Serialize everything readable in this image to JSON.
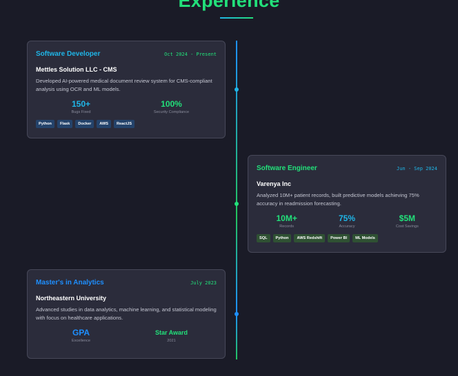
{
  "header": {
    "title": "Experience"
  },
  "colors": {
    "cyan": "#1fb6e8",
    "green": "#22e07a",
    "blue": "#1e8fff",
    "background": "#1a1b27",
    "card": "#2b2c3b"
  },
  "cards": [
    {
      "title": "Software Developer",
      "date": "Oct 2024 - Present",
      "org": "Mettles Solution LLC - CMS",
      "desc": "Developed AI-powered medical document review system for CMS-compliant analysis using OCR and ML models.",
      "stats": [
        {
          "value": "150+",
          "label": "Bugs Fixed"
        },
        {
          "value": "100%",
          "label": "Security Compliance"
        }
      ],
      "tags": [
        "Python",
        "Flask",
        "Docker",
        "AWS",
        "ReactJS"
      ]
    },
    {
      "title": "Software Engineer",
      "date": "Jun - Sep 2024",
      "org": "Varenya Inc",
      "desc": "Analyzed 10M+ patient records, built predictive models achieving 75% accuracy in readmission forecasting.",
      "stats": [
        {
          "value": "10M+",
          "label": "Records"
        },
        {
          "value": "75%",
          "label": "Accuracy"
        },
        {
          "value": "$5M",
          "label": "Cost Savings"
        }
      ],
      "tags": [
        "SQL",
        "Python",
        "AWS Redshift",
        "Power BI",
        "ML Models"
      ]
    },
    {
      "title": "Master's in Analytics",
      "date": "July 2023",
      "org": "Northeastern University",
      "desc": "Advanced studies in data analytics, machine learning, and statistical modeling with focus on healthcare applications.",
      "stats": [
        {
          "value": "GPA",
          "label": "Excellence"
        },
        {
          "value": "Star Award",
          "label": "2021"
        }
      ]
    }
  ]
}
